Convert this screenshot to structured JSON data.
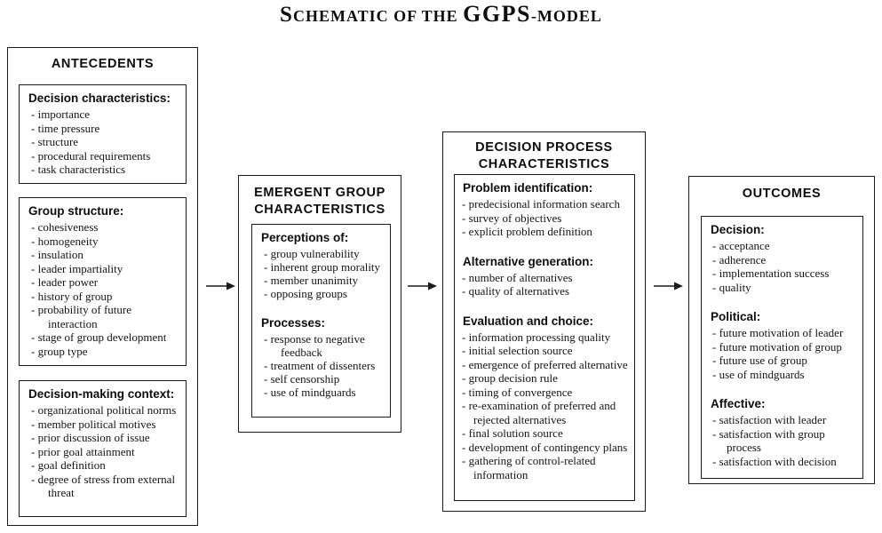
{
  "title": {
    "cap": "S",
    "small1": "CHEMATIC OF THE ",
    "acronym": "GGPS",
    "small2": "-MODEL"
  },
  "colors": {
    "ink": "#1c1c1c",
    "background": "#ffffff"
  },
  "boxes": {
    "antecedents": {
      "header": "ANTECEDENTS",
      "sections": [
        {
          "heading": "Decision characteristics:",
          "items": [
            "- importance",
            "- time pressure",
            "- structure",
            "- procedural requirements",
            "- task characteristics"
          ]
        },
        {
          "heading": "Group structure:",
          "items": [
            "- cohesiveness",
            "- homogeneity",
            "- insulation",
            "- leader impartiality",
            "- leader power",
            "- history of group",
            "- probability of future interaction",
            "- stage of group development",
            "- group type"
          ]
        },
        {
          "heading": "Decision-making context:",
          "items": [
            "- organizational political norms",
            "- member political motives",
            "- prior discussion of issue",
            "- prior goal attainment",
            "- goal definition",
            "- degree of stress from external threat"
          ]
        }
      ]
    },
    "emergent": {
      "header1": "EMERGENT GROUP",
      "header2": "CHARACTERISTICS",
      "sections": [
        {
          "heading": "Perceptions of:",
          "items": [
            "- group vulnerability",
            "- inherent group morality",
            "- member unanimity",
            "- opposing groups"
          ]
        },
        {
          "heading": "Processes:",
          "items": [
            "- response to negative feedback",
            "- treatment of dissenters",
            "- self censorship",
            "- use of mindguards"
          ]
        }
      ]
    },
    "process": {
      "header1": "DECISION PROCESS",
      "header2": "CHARACTERISTICS",
      "sections": [
        {
          "heading": "Problem identification:",
          "items": [
            "- predecisional information search",
            "- survey of objectives",
            "- explicit problem definition"
          ]
        },
        {
          "heading": "Alternative generation:",
          "items": [
            "- number of alternatives",
            "- quality of alternatives"
          ]
        },
        {
          "heading": "Evaluation and choice:",
          "items": [
            "- information processing quality",
            "- initial selection source",
            "- emergence of preferred alternative",
            "- group decision rule",
            "- timing of convergence",
            "- re-examination of preferred and rejected alternatives",
            "- final solution source",
            "- development of contingency plans",
            "- gathering of control-related information"
          ]
        }
      ]
    },
    "outcomes": {
      "header": "OUTCOMES",
      "sections": [
        {
          "heading": "Decision:",
          "items": [
            "- acceptance",
            "- adherence",
            "- implementation success",
            "- quality"
          ]
        },
        {
          "heading": "Political:",
          "items": [
            "- future motivation of leader",
            "- future motivation of group",
            "- future use of group",
            "- use of mindguards"
          ]
        },
        {
          "heading": "Affective:",
          "items": [
            "- satisfaction with leader",
            "- satisfaction with group process",
            "- satisfaction with decision"
          ]
        }
      ]
    }
  }
}
